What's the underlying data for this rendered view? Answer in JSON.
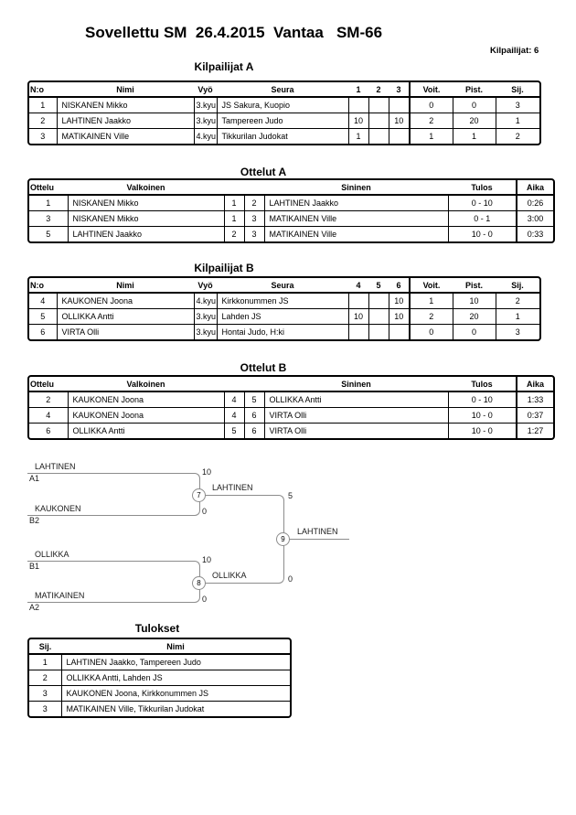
{
  "page": {
    "title": "Sovellettu SM  26.4.2015  Vantaa   SM-66",
    "participants": "Kilpailijat: 6"
  },
  "colors": {
    "table_border": "#000000",
    "bracket_line": "#8c8c8c",
    "text": "#000000",
    "background": "#ffffff"
  },
  "kilpailijat_a": {
    "title": "Kilpailijat A",
    "headers": [
      "N:o",
      "Nimi",
      "Vyö",
      "Seura",
      "1",
      "2",
      "3",
      "Voit.",
      "Pist.",
      "Sij."
    ],
    "rows": [
      [
        "1",
        "NISKANEN Mikko",
        "3.kyu",
        "JS Sakura, Kuopio",
        "",
        "",
        "",
        "0",
        "0",
        "3"
      ],
      [
        "2",
        "LAHTINEN Jaakko",
        "3.kyu",
        "Tampereen Judo",
        "10",
        "",
        "10",
        "2",
        "20",
        "1"
      ],
      [
        "3",
        "MATIKAINEN Ville",
        "4.kyu",
        "Tikkurilan Judokat",
        "1",
        "",
        "",
        "1",
        "1",
        "2"
      ]
    ]
  },
  "ottelut_a": {
    "title": "Ottelut A",
    "headers": [
      "Ottelu",
      "Valkoinen",
      "",
      "",
      "Sininen",
      "Tulos",
      "Aika"
    ],
    "rows": [
      [
        "1",
        "NISKANEN Mikko",
        "1",
        "2",
        "LAHTINEN Jaakko",
        "0 - 10",
        "0:26"
      ],
      [
        "3",
        "NISKANEN Mikko",
        "1",
        "3",
        "MATIKAINEN Ville",
        "0 - 1",
        "3:00"
      ],
      [
        "5",
        "LAHTINEN Jaakko",
        "2",
        "3",
        "MATIKAINEN Ville",
        "10 - 0",
        "0:33"
      ]
    ]
  },
  "kilpailijat_b": {
    "title": "Kilpailijat B",
    "headers": [
      "N:o",
      "Nimi",
      "Vyö",
      "Seura",
      "4",
      "5",
      "6",
      "Voit.",
      "Pist.",
      "Sij."
    ],
    "rows": [
      [
        "4",
        "KAUKONEN Joona",
        "4.kyu",
        "Kirkkonummen JS",
        "",
        "",
        "10",
        "1",
        "10",
        "2"
      ],
      [
        "5",
        "OLLIKKA Antti",
        "3.kyu",
        "Lahden JS",
        "10",
        "",
        "10",
        "2",
        "20",
        "1"
      ],
      [
        "6",
        "VIRTA Olli",
        "3.kyu",
        "Hontai Judo, H:ki",
        "",
        "",
        "",
        "0",
        "0",
        "3"
      ]
    ]
  },
  "ottelut_b": {
    "title": "Ottelut B",
    "headers": [
      "Ottelu",
      "Valkoinen",
      "",
      "",
      "Sininen",
      "Tulos",
      "Aika"
    ],
    "rows": [
      [
        "2",
        "KAUKONEN Joona",
        "4",
        "5",
        "OLLIKKA Antti",
        "0 - 10",
        "1:33"
      ],
      [
        "4",
        "KAUKONEN Joona",
        "4",
        "6",
        "VIRTA Olli",
        "10 - 0",
        "0:37"
      ],
      [
        "6",
        "OLLIKKA Antti",
        "5",
        "6",
        "VIRTA Olli",
        "10 - 0",
        "1:27"
      ]
    ]
  },
  "bracket": {
    "sf1": {
      "match": "7",
      "top": "LAHTINEN",
      "top_seed": "A1",
      "top_score": "10",
      "bottom": "KAUKONEN",
      "bottom_seed": "B2",
      "bottom_score": "0",
      "winner": "LAHTINEN"
    },
    "sf2": {
      "match": "8",
      "top": "OLLIKKA",
      "top_seed": "B1",
      "top_score": "10",
      "bottom": "MATIKAINEN",
      "bottom_seed": "A2",
      "bottom_score": "0",
      "winner": "OLLIKKA"
    },
    "final": {
      "match": "9",
      "top_score": "5",
      "bottom_score": "0",
      "winner": "LAHTINEN"
    }
  },
  "tulokset": {
    "title": "Tulokset",
    "headers": [
      "Sij.",
      "Nimi"
    ],
    "rows": [
      [
        "1",
        "LAHTINEN Jaakko, Tampereen Judo"
      ],
      [
        "2",
        "OLLIKKA Antti, Lahden JS"
      ],
      [
        "3",
        "KAUKONEN Joona, Kirkkonummen JS"
      ],
      [
        "3",
        "MATIKAINEN Ville, Tikkurilan Judokat"
      ]
    ]
  }
}
